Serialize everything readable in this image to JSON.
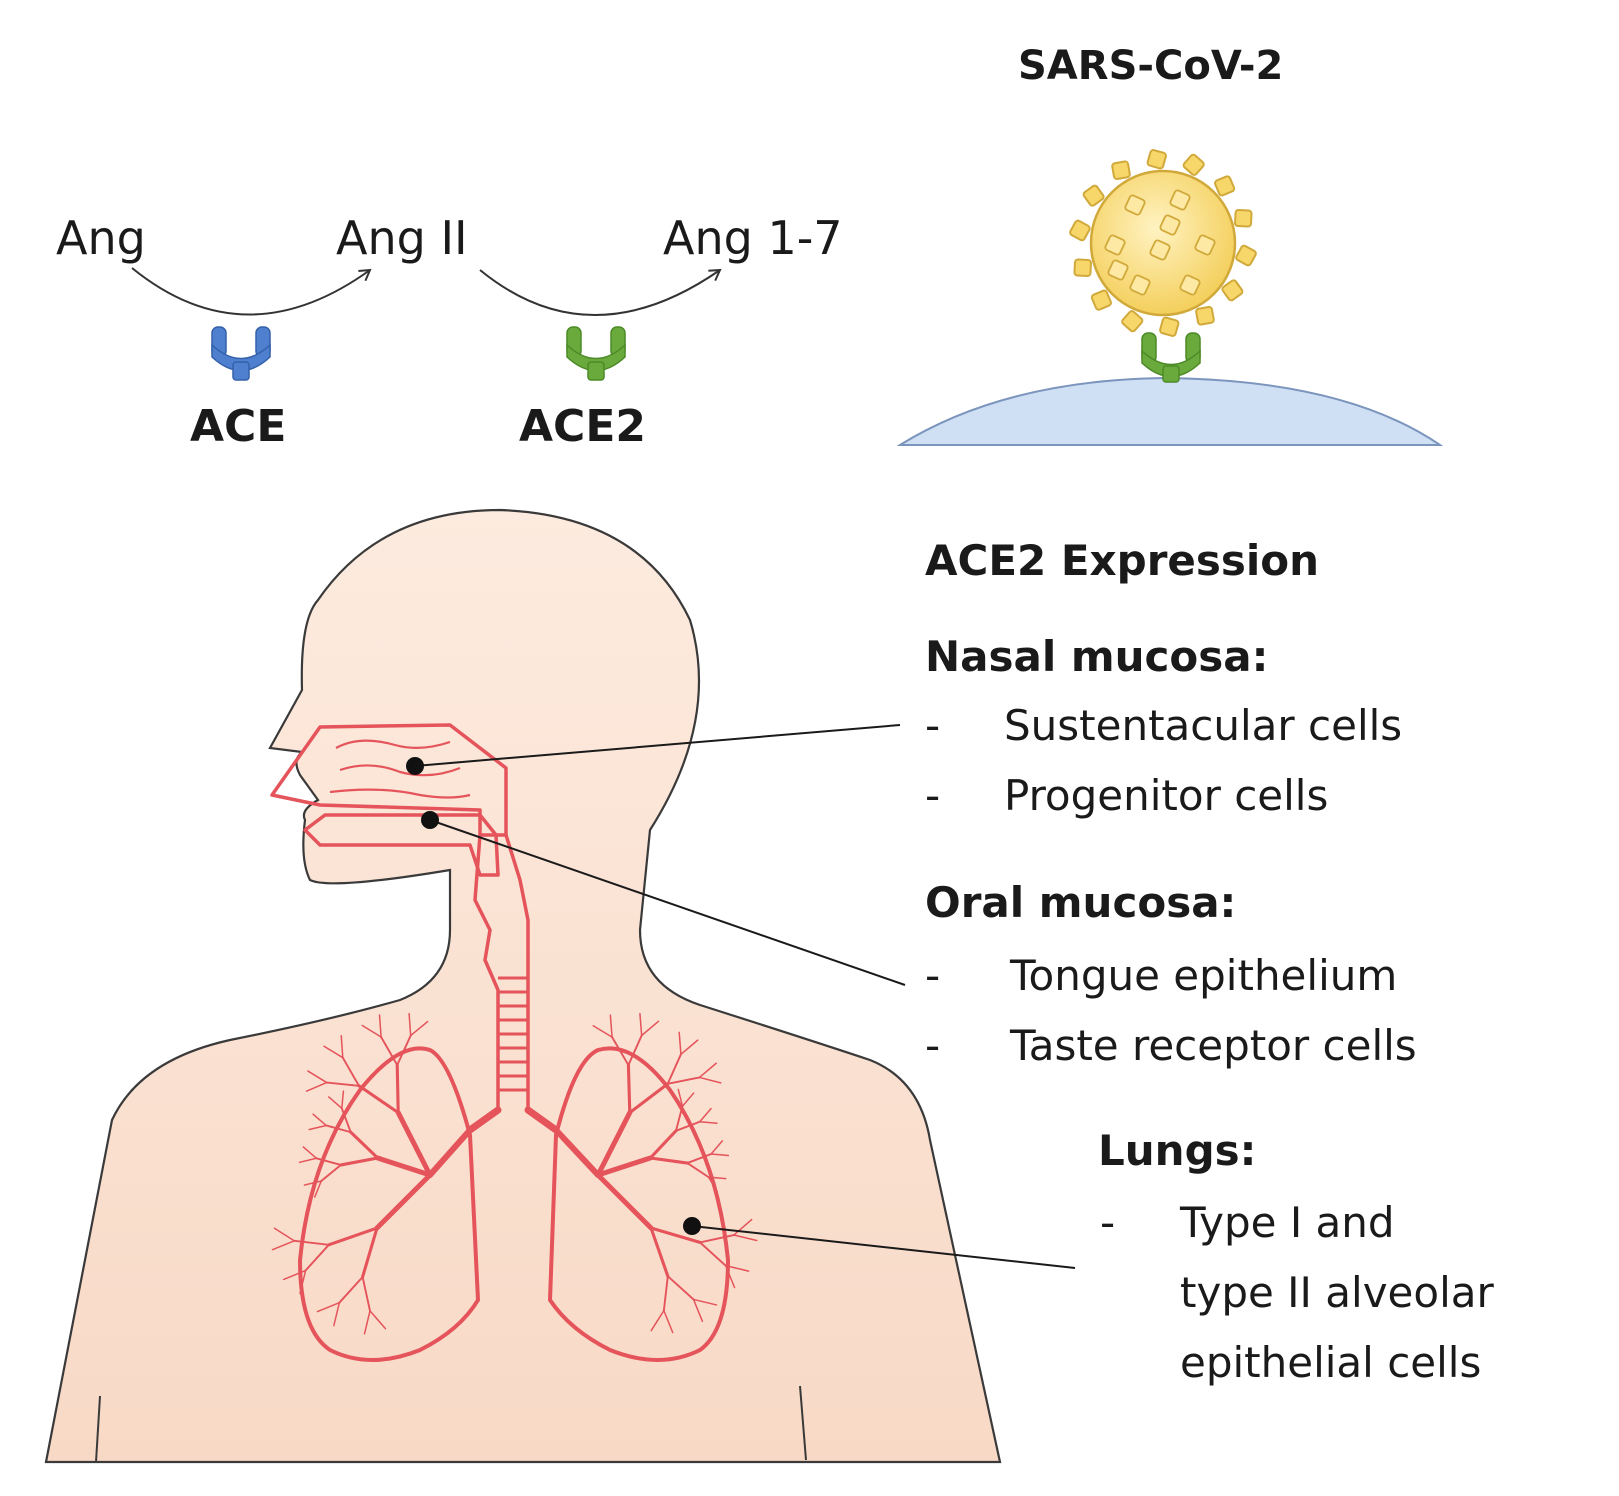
{
  "pathway": {
    "ang": "Ang",
    "ang2": "Ang II",
    "ang17": "Ang 1-7",
    "ace_label": "ACE",
    "ace2_label": "ACE2",
    "ace_color": "#4f7fcf",
    "ace2_color": "#6aaa3c"
  },
  "virus": {
    "title": "SARS-CoV-2",
    "body_color": "#f7d66a",
    "spike_color": "#f2c85a",
    "cell_color": "#cfdff4"
  },
  "expression": {
    "heading": "ACE2 Expression",
    "nasal": {
      "title": "Nasal mucosa:",
      "items": [
        "Sustentacular cells",
        "Progenitor cells"
      ]
    },
    "oral": {
      "title": "Oral mucosa:",
      "items": [
        "Tongue epithelium",
        "Taste receptor cells"
      ]
    },
    "lungs": {
      "title": "Lungs:",
      "lines": [
        "Type I and",
        "type II alveolar",
        "epithelial cells"
      ]
    },
    "dash": "-"
  },
  "colors": {
    "skin": "#fbe3d3",
    "airway": "#e5535b"
  }
}
